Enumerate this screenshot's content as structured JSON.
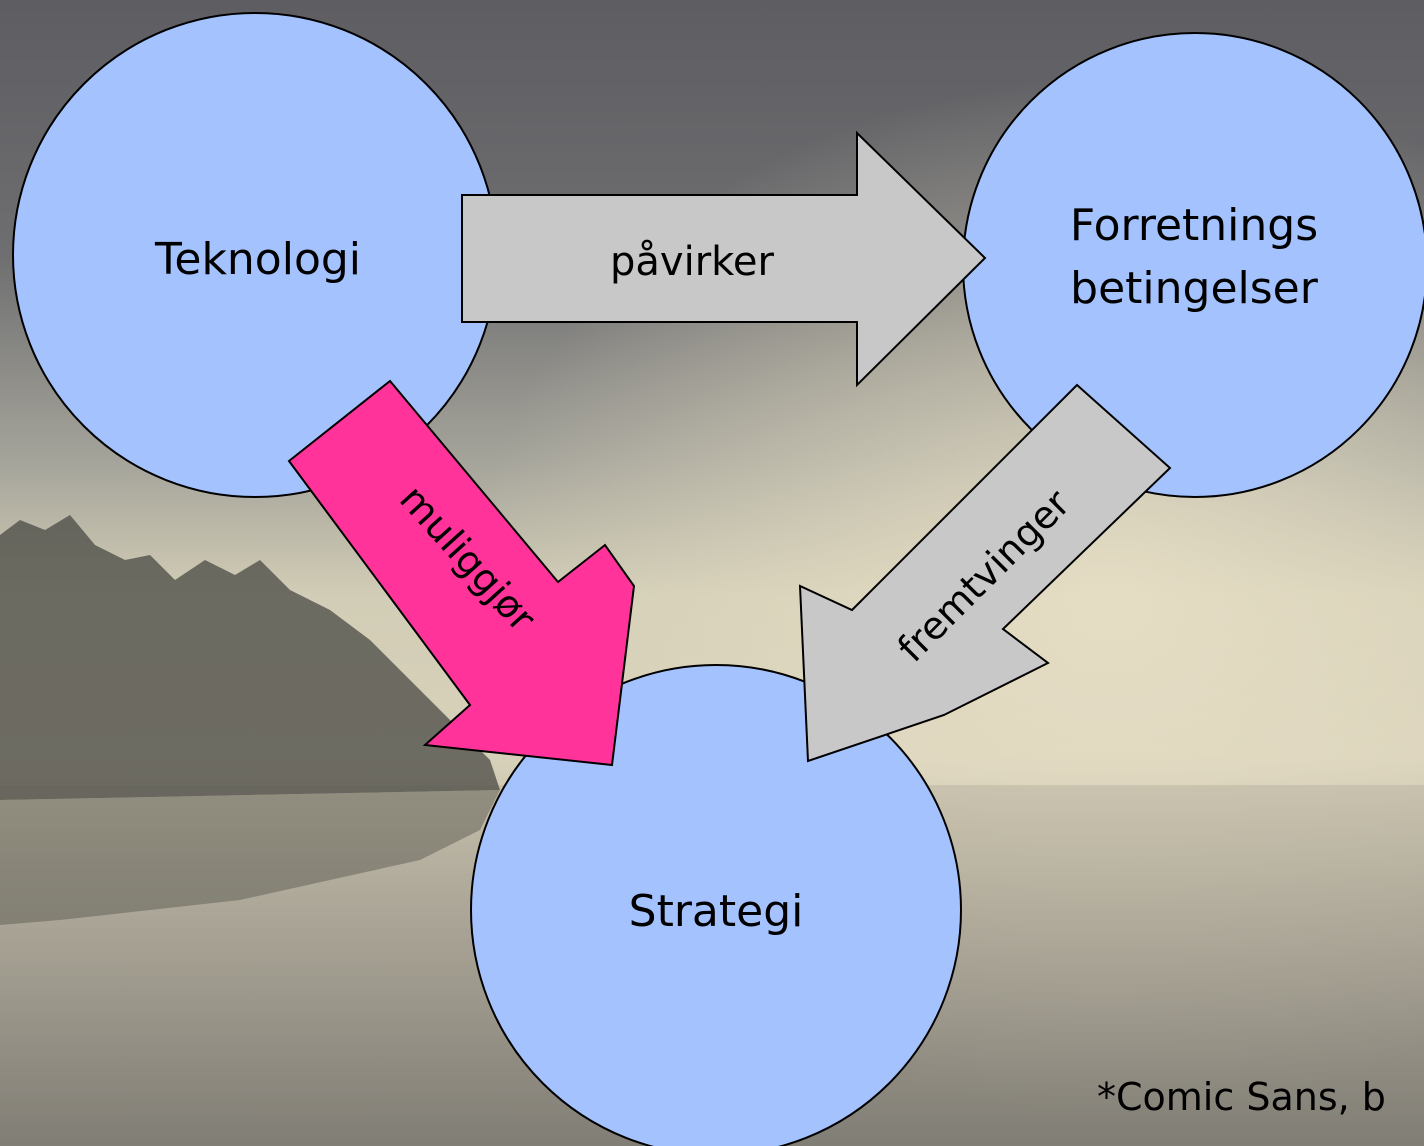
{
  "nodes": {
    "teknologi": "Teknologi",
    "forretnings_line1": "Forretnings",
    "forretnings_line2": "betingelser",
    "strategi": "Strategi"
  },
  "arrows": {
    "pavirker": "påvirker",
    "muliggjor": "muliggjør",
    "fremtvinger": "fremtvinger"
  },
  "footnote": "*Comic Sans, b",
  "colors": {
    "node_fill": "#a4c2fd",
    "arrow_grey": "#c8c8c8",
    "arrow_pink": "#ff3399"
  }
}
